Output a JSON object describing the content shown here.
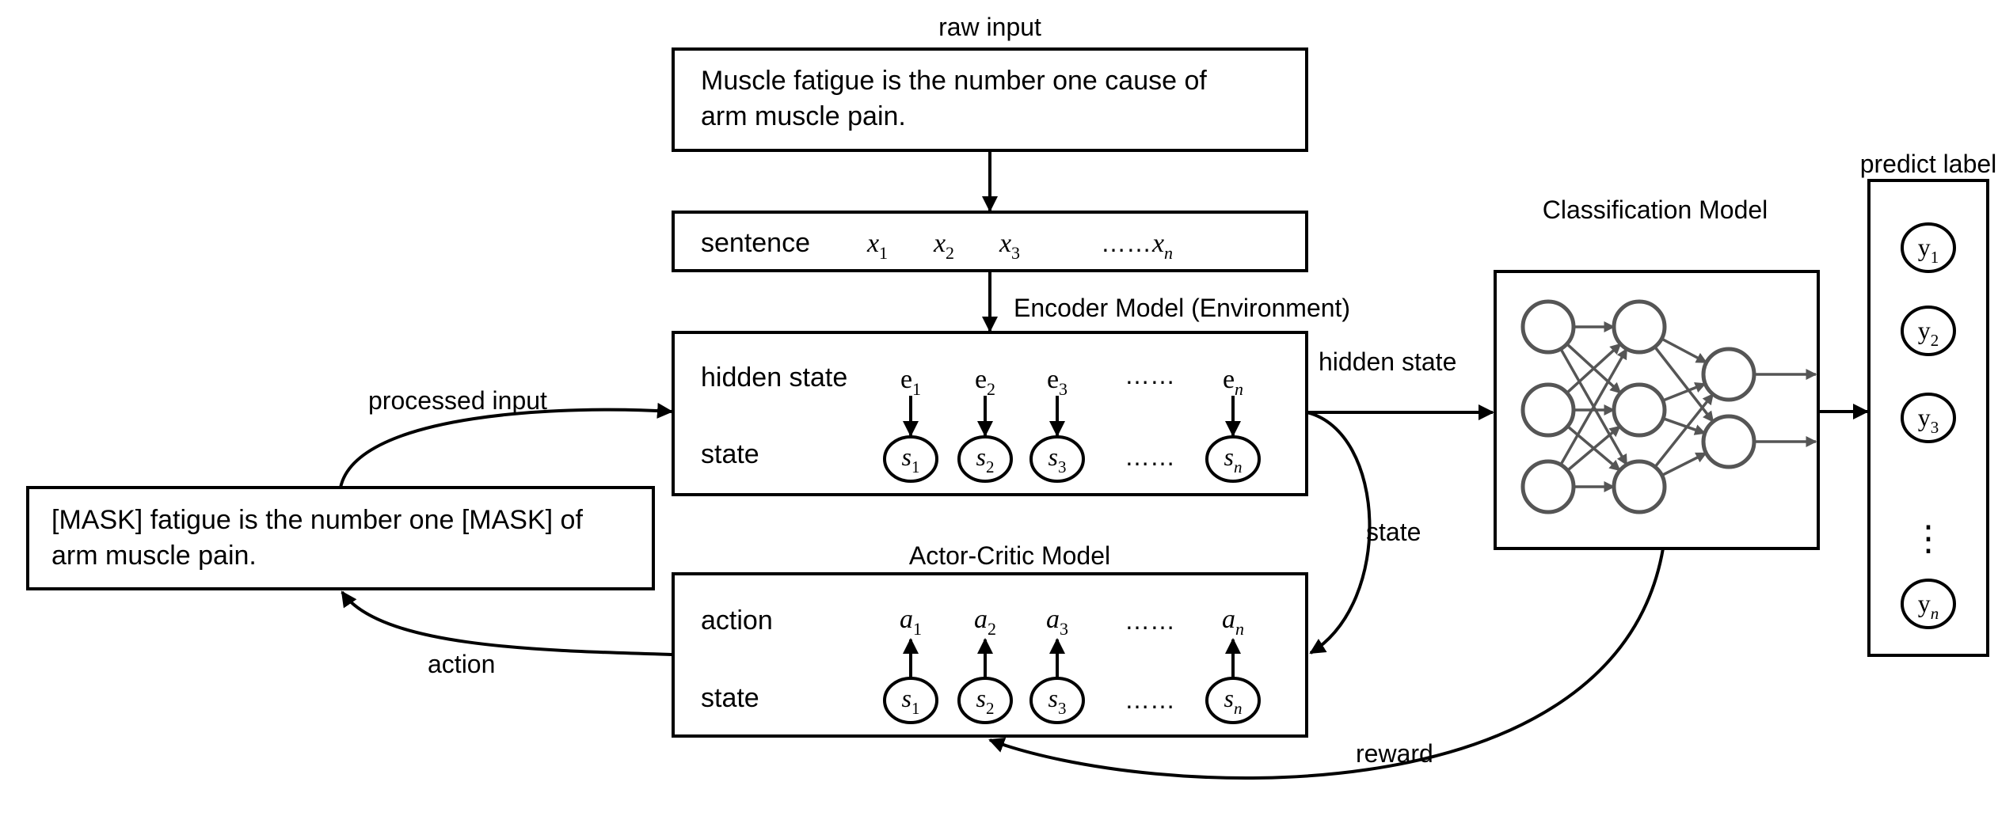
{
  "labels": {
    "raw_input": "raw input",
    "raw_sentence_line1": "Muscle fatigue is the number one cause of",
    "raw_sentence_line2": "arm muscle pain.",
    "sentence": "sentence",
    "encoder_title": "Encoder Model (Environment)",
    "hidden_state_row": "hidden state",
    "state_row": "state",
    "actor_critic_title": "Actor-Critic Model",
    "action_row": "action",
    "masked_line1": "[MASK] fatigue is the number one [MASK] of",
    "masked_line2": "arm muscle pain.",
    "processed_input": "processed input",
    "action_edge": "action",
    "hidden_state_edge": "hidden state",
    "state_edge": "state",
    "reward_edge": "reward",
    "classification_title": "Classification Model",
    "predict_label": "predict label",
    "ellipsis": "……",
    "vdots": "⋮"
  },
  "tokens": {
    "x": [
      {
        "base": "x",
        "sub": "1"
      },
      {
        "base": "x",
        "sub": "2"
      },
      {
        "base": "x",
        "sub": "3"
      },
      {
        "base": "x",
        "sub": "n"
      }
    ],
    "e": [
      {
        "base": "e",
        "sub": "1"
      },
      {
        "base": "e",
        "sub": "2"
      },
      {
        "base": "e",
        "sub": "3"
      },
      {
        "base": "e",
        "sub": "n"
      }
    ],
    "s": [
      {
        "base": "s",
        "sub": "1"
      },
      {
        "base": "s",
        "sub": "2"
      },
      {
        "base": "s",
        "sub": "3"
      },
      {
        "base": "s",
        "sub": "n"
      }
    ],
    "a": [
      {
        "base": "a",
        "sub": "1"
      },
      {
        "base": "a",
        "sub": "2"
      },
      {
        "base": "a",
        "sub": "3"
      },
      {
        "base": "a",
        "sub": "n"
      }
    ],
    "y": [
      {
        "base": "y",
        "sub": "1"
      },
      {
        "base": "y",
        "sub": "2"
      },
      {
        "base": "y",
        "sub": "3"
      },
      {
        "base": "y",
        "sub": "n"
      }
    ]
  },
  "colors": {
    "stroke": "#000000",
    "network": "#555555",
    "background": "#ffffff"
  }
}
